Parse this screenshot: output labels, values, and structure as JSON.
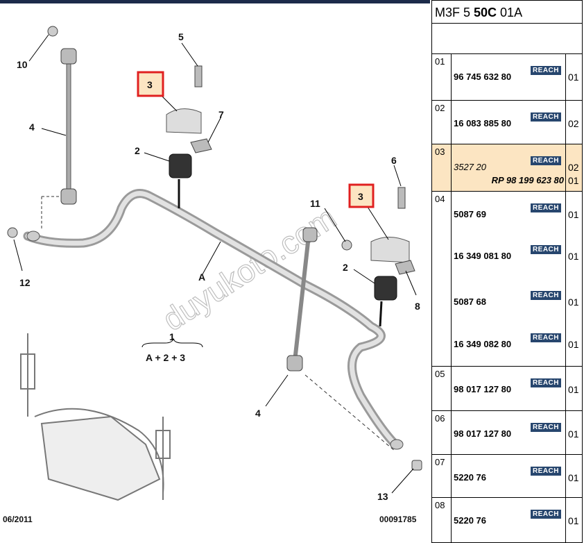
{
  "diagram": {
    "labels": {
      "l1": "1",
      "l2a": "2",
      "l2b": "2",
      "l3a": "3",
      "l3b": "3",
      "l4a": "4",
      "l4b": "4",
      "l5": "5",
      "l6": "6",
      "l7": "7",
      "l8": "8",
      "l10": "10",
      "l11": "11",
      "l12": "12",
      "l13": "13",
      "lA": "A",
      "formula": "A + 2 + 3"
    },
    "date": "06/2011",
    "code": "00091785",
    "watermark": "duyukoto.com",
    "colors": {
      "highlight_box": "#e02020",
      "highlight_fill": "#fce5c2",
      "bar": "#1c2b4a"
    }
  },
  "panel": {
    "header": {
      "prefix": "M3F 5 ",
      "bold": "50C",
      "suffix": " 01A"
    },
    "reach_label": "REACH",
    "rows": [
      {
        "pos": "01",
        "lines": [
          {
            "part": "96 745 632 80",
            "qty": "01"
          }
        ]
      },
      {
        "pos": "02",
        "lines": [
          {
            "part": "16 083 885 80",
            "qty": "02"
          }
        ]
      },
      {
        "pos": "03",
        "highlight": true,
        "lines": [
          {
            "part": "3527 20",
            "qty": "02",
            "italic": true
          }
        ],
        "rp": "RP 98 199 623 80",
        "rp_qty": "01"
      },
      {
        "pos": "04",
        "lines": [
          {
            "part": "5087 69",
            "qty": "01"
          },
          {
            "part": "16 349 081 80",
            "qty": "01"
          },
          {
            "part": "5087 68",
            "qty": "01"
          },
          {
            "part": "16 349 082 80",
            "qty": "01"
          }
        ]
      },
      {
        "pos": "05",
        "lines": [
          {
            "part": "98 017 127 80",
            "qty": "01"
          }
        ]
      },
      {
        "pos": "06",
        "lines": [
          {
            "part": "98 017 127 80",
            "qty": "01"
          }
        ]
      },
      {
        "pos": "07",
        "lines": [
          {
            "part": "5220 76",
            "qty": "01"
          }
        ]
      },
      {
        "pos": "08",
        "lines": [
          {
            "part": "5220 76",
            "qty": "01"
          }
        ]
      }
    ]
  }
}
